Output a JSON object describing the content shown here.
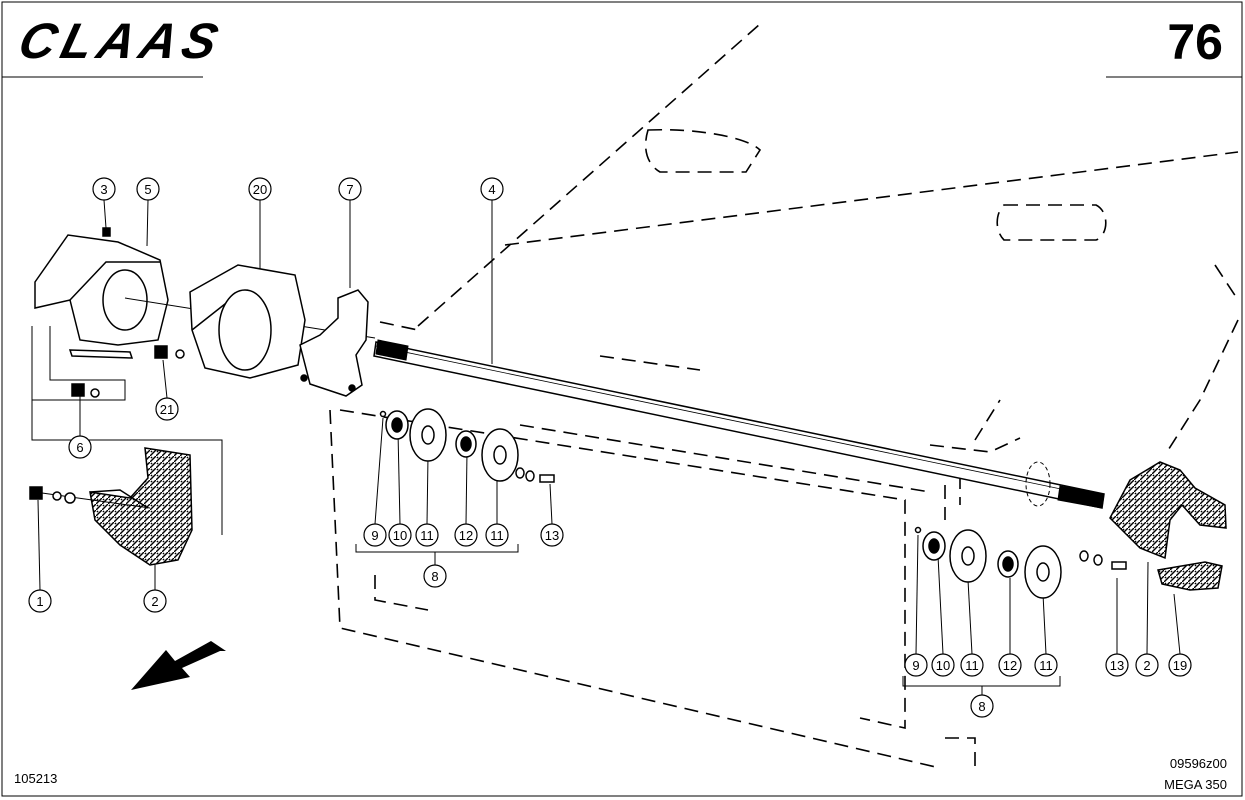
{
  "header": {
    "brand": "CLAAS",
    "page_number": "76"
  },
  "footer": {
    "reference": "105213",
    "drawing_number": "09596z00",
    "model": "MEGA 350"
  },
  "callouts": [
    {
      "id": "c-3-top",
      "label": "3"
    },
    {
      "id": "c-5-top",
      "label": "5"
    },
    {
      "id": "c-20-top",
      "label": "20"
    },
    {
      "id": "c-7-top",
      "label": "7"
    },
    {
      "id": "c-4-top",
      "label": "4"
    },
    {
      "id": "c-21",
      "label": "21"
    },
    {
      "id": "c-6",
      "label": "6"
    },
    {
      "id": "c-1",
      "label": "1"
    },
    {
      "id": "c-2-left",
      "label": "2"
    },
    {
      "id": "c-9-mid",
      "label": "9"
    },
    {
      "id": "c-10-mid",
      "label": "10"
    },
    {
      "id": "c-11a-mid",
      "label": "11"
    },
    {
      "id": "c-12-mid",
      "label": "12"
    },
    {
      "id": "c-11b-mid",
      "label": "11"
    },
    {
      "id": "c-13-mid",
      "label": "13"
    },
    {
      "id": "c-8-mid",
      "label": "8"
    },
    {
      "id": "c-9-r",
      "label": "9"
    },
    {
      "id": "c-10-r",
      "label": "10"
    },
    {
      "id": "c-11a-r",
      "label": "11"
    },
    {
      "id": "c-12-r",
      "label": "12"
    },
    {
      "id": "c-11b-r",
      "label": "11"
    },
    {
      "id": "c-13-r",
      "label": "13"
    },
    {
      "id": "c-2-r",
      "label": "2"
    },
    {
      "id": "c-19-r",
      "label": "19"
    },
    {
      "id": "c-8-r",
      "label": "8"
    }
  ]
}
